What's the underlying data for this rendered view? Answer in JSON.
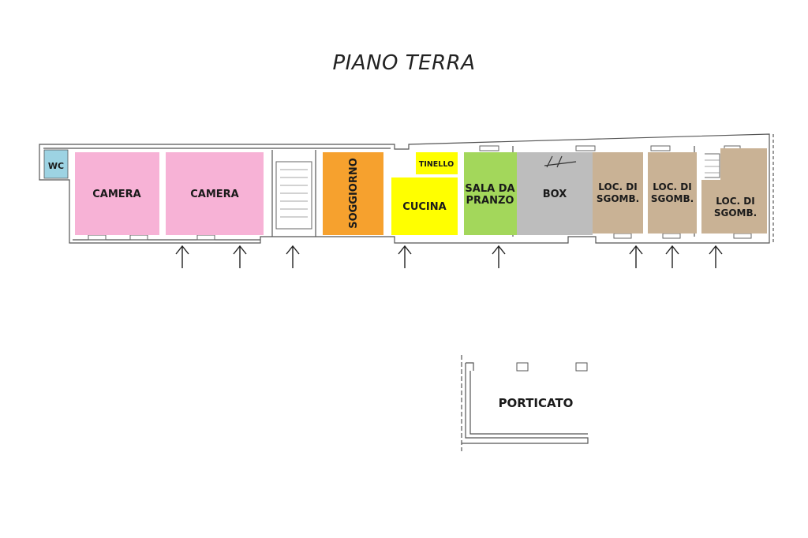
{
  "title": "PIANO TERRA",
  "colors": {
    "wc": "#9dd3e3",
    "camera": "#f7b2d6",
    "soggiorno": "#f6a12e",
    "tinello": "#ffff00",
    "cucina": "#ffff00",
    "sala": "#a3d75b",
    "box": "#bdbdbd",
    "locale": "#c9b295",
    "wall": "#555555"
  },
  "rooms": {
    "wc": "WC",
    "camera1": "CAMERA",
    "camera2": "CAMERA",
    "soggiorno": "SOGGIORNO",
    "tinello": "TINELLO",
    "cucina": "CUCINA",
    "sala_line1": "SALA DA",
    "sala_line2": "PRANZO",
    "box": "BOX",
    "loc1_line1": "LOC. DI",
    "loc1_line2": "SGOMB.",
    "loc2_line1": "LOC. DI",
    "loc2_line2": "SGOMB.",
    "loc3_line1": "LOC. DI",
    "loc3_line2": "SGOMB.",
    "porticato": "PORTICATO"
  }
}
